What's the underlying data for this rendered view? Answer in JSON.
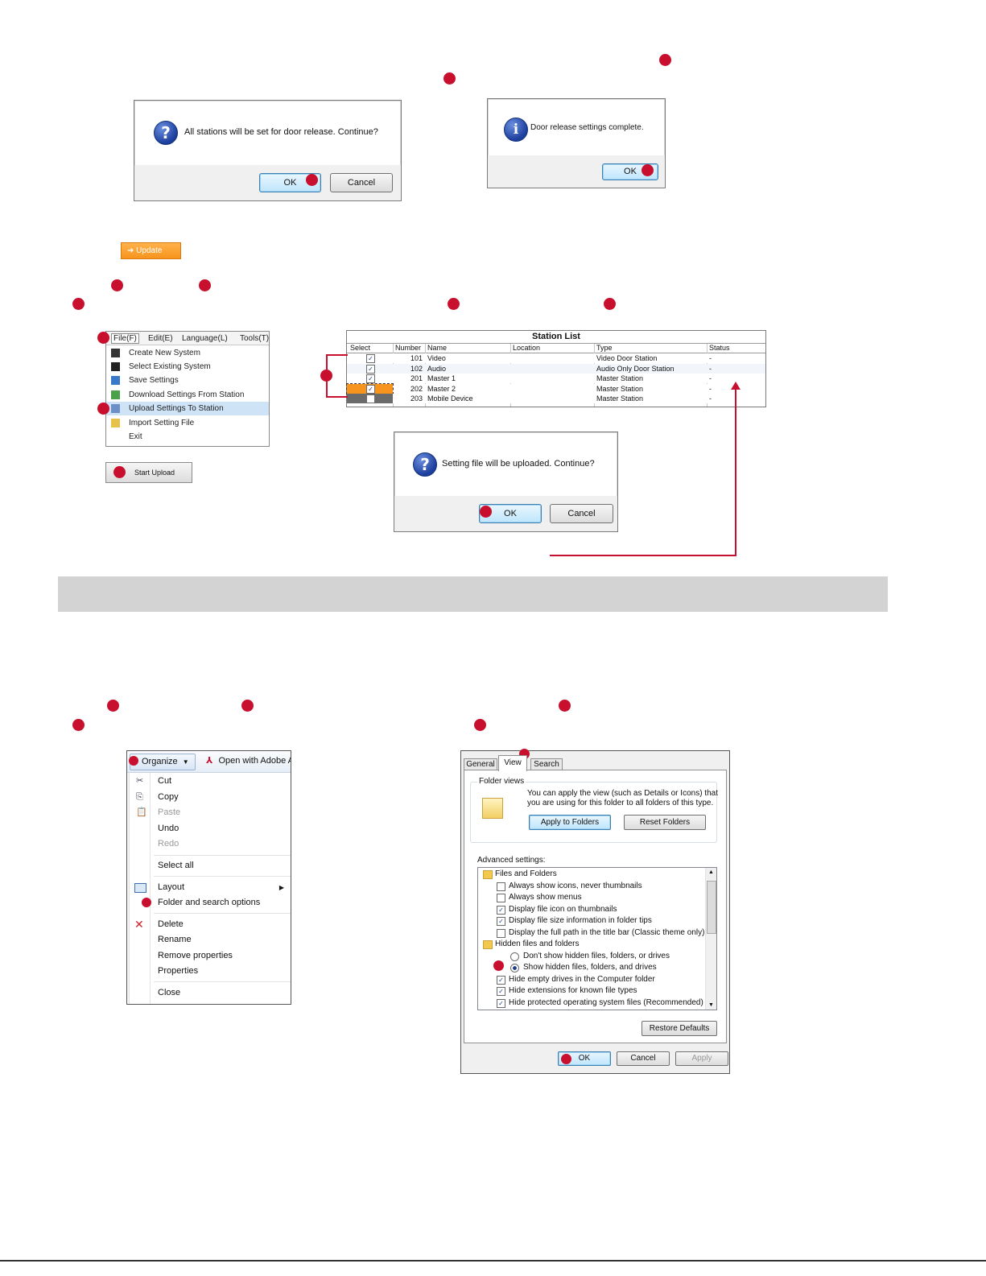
{
  "door_release_confirm": {
    "message": "All stations will be set for door release. Continue?",
    "ok_label": "OK",
    "cancel_label": "Cancel"
  },
  "door_release_complete": {
    "message": "Door release settings complete.",
    "ok_label": "OK"
  },
  "update_button": {
    "label": "Update"
  },
  "file_menu": {
    "menubar": [
      "File(F)",
      "Edit(E)",
      "Language(L)",
      "Tools(T)"
    ],
    "items": [
      "Create New System",
      "Select Existing System",
      "Save Settings",
      "Download Settings From Station",
      "Upload Settings To Station",
      "Import Setting File",
      "Exit"
    ]
  },
  "start_upload_button": {
    "label": "Start Upload"
  },
  "station_list": {
    "title": "Station List",
    "columns": [
      "Select",
      "Number",
      "Name",
      "Location",
      "Type",
      "Status"
    ],
    "rows": [
      {
        "checked": true,
        "number": "101",
        "name": "Video",
        "location": "",
        "type": "Video Door Station",
        "status": "-"
      },
      {
        "checked": true,
        "number": "102",
        "name": "Audio",
        "location": "",
        "type": "Audio Only Door Station",
        "status": "-"
      },
      {
        "checked": true,
        "number": "201",
        "name": "Master 1",
        "location": "",
        "type": "Master Station",
        "status": "-"
      },
      {
        "checked": true,
        "number": "202",
        "name": "Master 2",
        "location": "",
        "type": "Master Station",
        "status": "-"
      },
      {
        "checked": false,
        "number": "203",
        "name": "Mobile Device",
        "location": "",
        "type": "Master Station",
        "status": "-"
      }
    ]
  },
  "upload_confirm": {
    "message": "Setting file will be uploaded. Continue?",
    "ok_label": "OK",
    "cancel_label": "Cancel"
  },
  "organize_menu": {
    "organize_label": "Organize",
    "open_with_label": "Open with Adobe A",
    "items": [
      {
        "label": "Cut",
        "enabled": true
      },
      {
        "label": "Copy",
        "enabled": true
      },
      {
        "label": "Paste",
        "enabled": false
      },
      {
        "label": "Undo",
        "enabled": true
      },
      {
        "label": "Redo",
        "enabled": false
      },
      {
        "label": "Select all",
        "enabled": true
      },
      {
        "label": "Layout",
        "enabled": true
      },
      {
        "label": "Folder and search options",
        "enabled": true
      },
      {
        "label": "Delete",
        "enabled": true
      },
      {
        "label": "Rename",
        "enabled": true
      },
      {
        "label": "Remove properties",
        "enabled": true
      },
      {
        "label": "Properties",
        "enabled": true
      },
      {
        "label": "Close",
        "enabled": true
      }
    ]
  },
  "folder_options": {
    "tabs": [
      "General",
      "View",
      "Search"
    ],
    "active_tab": "View",
    "folder_views_title": "Folder views",
    "folder_views_text_1": "You can apply the view (such as Details or Icons) that",
    "folder_views_text_2": "you are using for this folder to all folders of this type.",
    "apply_label": "Apply to Folders",
    "reset_label": "Reset Folders",
    "advanced_title": "Advanced settings:",
    "advanced_items": [
      {
        "kind": "folder",
        "label": "Files and Folders"
      },
      {
        "kind": "check",
        "checked": false,
        "label": "Always show icons, never thumbnails"
      },
      {
        "kind": "check",
        "checked": false,
        "label": "Always show menus"
      },
      {
        "kind": "check",
        "checked": true,
        "label": "Display file icon on thumbnails"
      },
      {
        "kind": "check",
        "checked": true,
        "label": "Display file size information in folder tips"
      },
      {
        "kind": "check",
        "checked": false,
        "label": "Display the full path in the title bar (Classic theme only)"
      },
      {
        "kind": "folder",
        "label": "Hidden files and folders"
      },
      {
        "kind": "radio",
        "checked": false,
        "label": "Don't show hidden files, folders, or drives"
      },
      {
        "kind": "radio",
        "checked": true,
        "label": "Show hidden files, folders, and drives"
      },
      {
        "kind": "check",
        "checked": true,
        "label": "Hide empty drives in the Computer folder"
      },
      {
        "kind": "check",
        "checked": true,
        "label": "Hide extensions for known file types"
      },
      {
        "kind": "check",
        "checked": true,
        "label": "Hide protected operating system files (Recommended)"
      }
    ],
    "restore_label": "Restore Defaults",
    "ok_label": "OK",
    "cancel_label": "Cancel",
    "apply_btn_label": "Apply"
  },
  "colors": {
    "marker_red": "#c8102e",
    "section_bar_gray": "#d3d3d3",
    "update_orange": "#f7941d",
    "highlight_orange": "#f7941d"
  }
}
